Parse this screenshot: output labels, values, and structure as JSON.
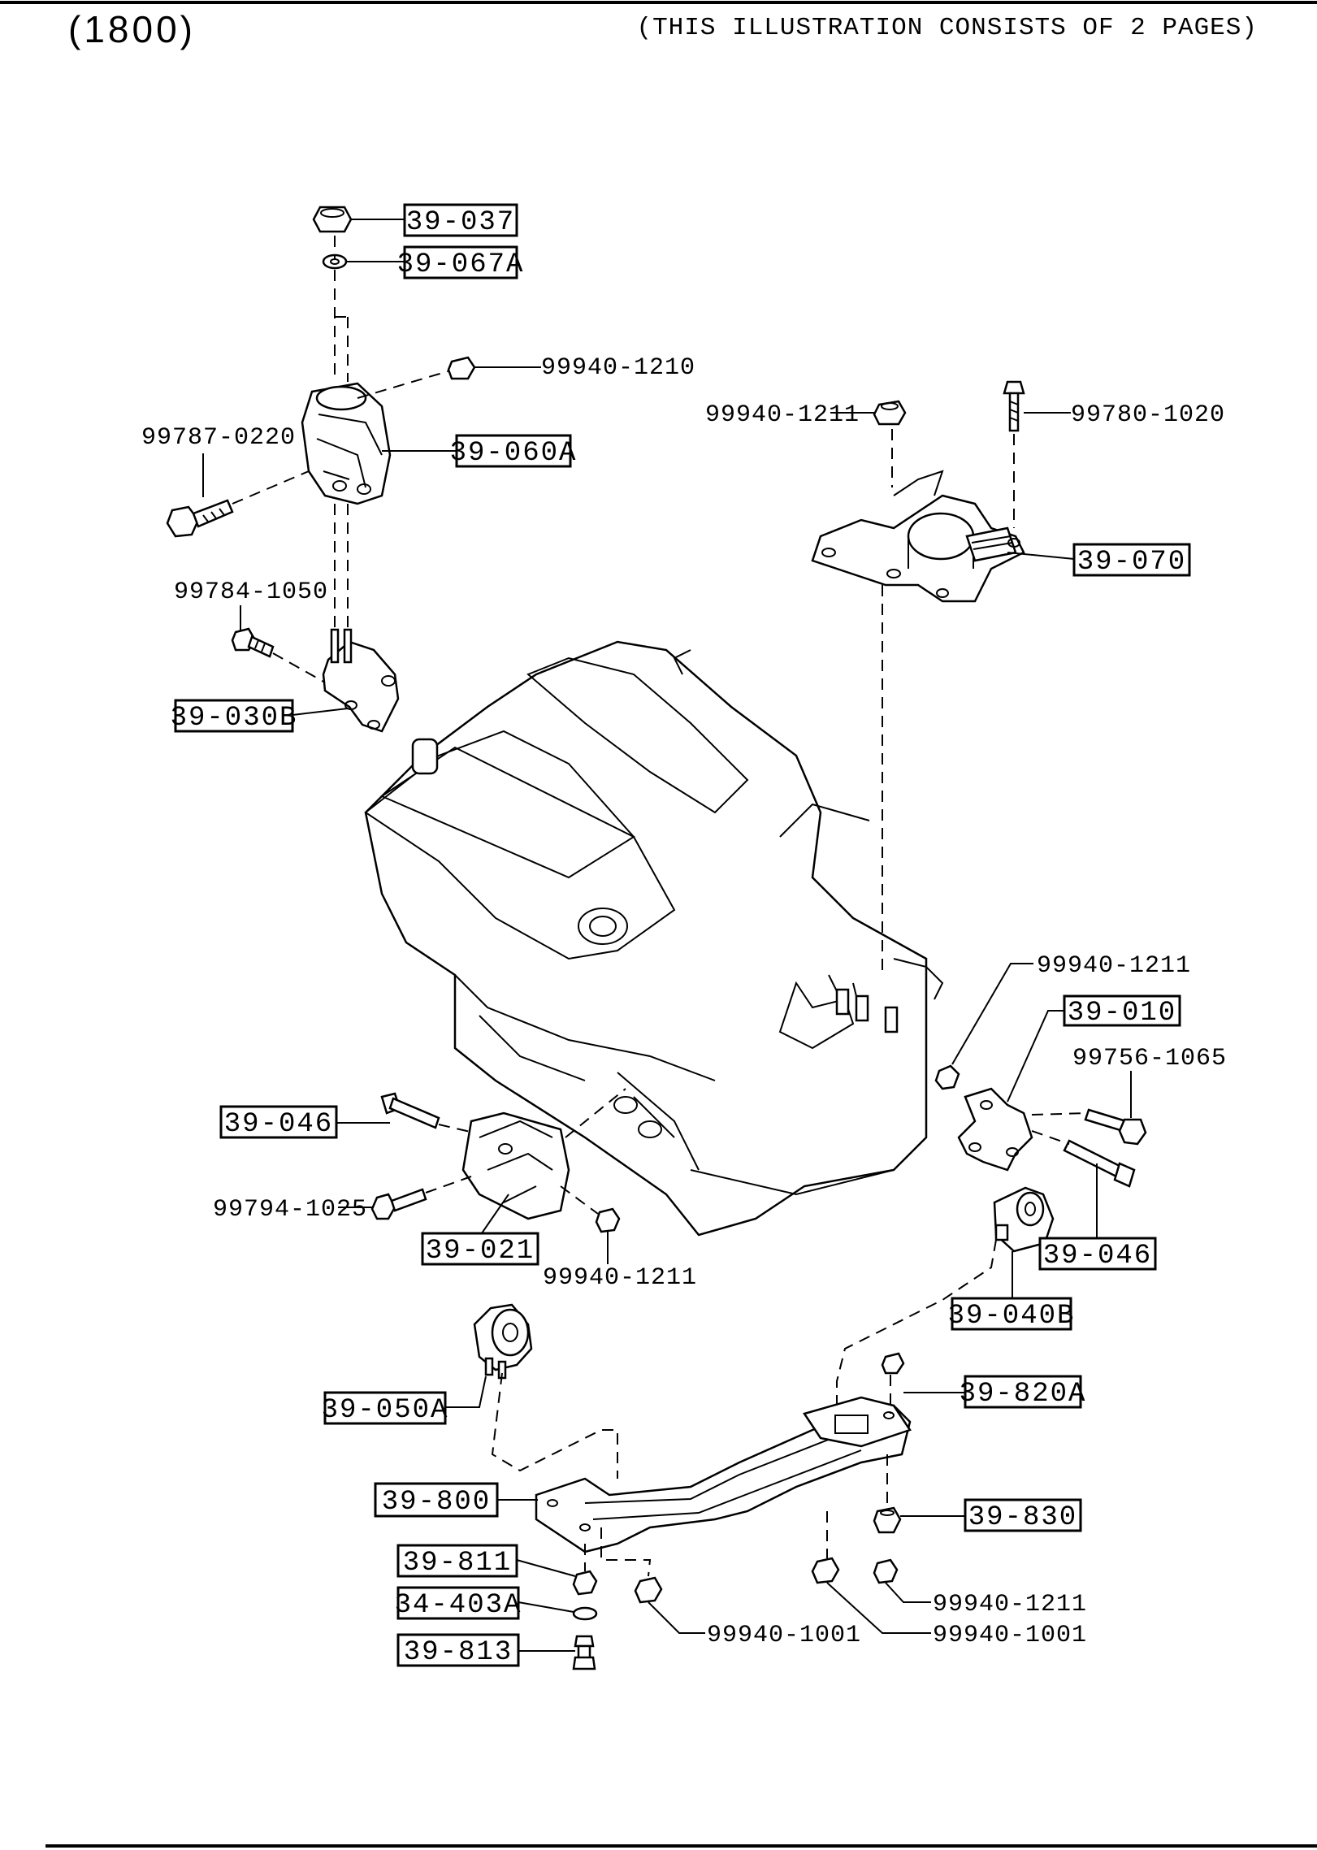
{
  "header": {
    "model": "(1800)",
    "note": "(THIS ILLUSTRATION CONSISTS OF  2 PAGES)"
  },
  "callouts": {
    "c39_037": "39-037",
    "c39_067A": "39-067A",
    "c39_060A": "39-060A",
    "c39_030B": "39-030B",
    "c39_070": "39-070",
    "c39_010": "39-010",
    "c39_046_left": "39-046",
    "c39_046_right": "39-046",
    "c39_021": "39-021",
    "c39_040B": "39-040B",
    "c39_050A": "39-050A",
    "c39_820A": "39-820A",
    "c39_800": "39-800",
    "c39_830": "39-830",
    "c39_811": "39-811",
    "c34_403A": "34-403A",
    "c39_813": "39-813"
  },
  "part_numbers": {
    "p99940_1210": "99940-1210",
    "p99787_0220": "99787-0220",
    "p99940_1211_top": "99940-1211",
    "p99780_1020": "99780-1020",
    "p99784_1050": "99784-1050",
    "p99940_1211_right": "99940-1211",
    "p99756_1065": "99756-1065",
    "p99794_1025": "99794-1025",
    "p99940_1211_mid": "99940-1211",
    "p99940_1211_bottom": "99940-1211",
    "p99940_1001_left": "99940-1001",
    "p99940_1001_right": "99940-1001"
  }
}
